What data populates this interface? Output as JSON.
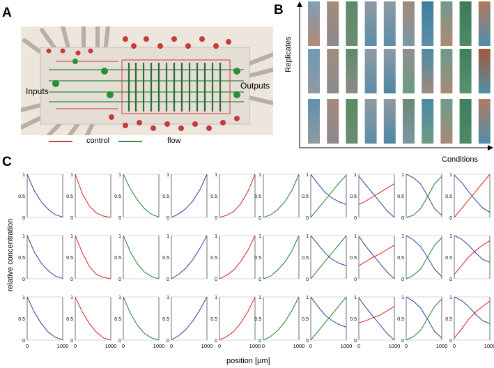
{
  "panels": {
    "a": "A",
    "b": "B",
    "c": "C"
  },
  "panel_a": {
    "inputs_label": "Inputs",
    "outputs_label": "Outputs",
    "legend": [
      {
        "label": "control",
        "color": "#d23a3a"
      },
      {
        "label": "flow",
        "color": "#2e8b3e"
      }
    ]
  },
  "panel_b": {
    "y_axis_label": "Replicates",
    "x_axis_label": "Conditions",
    "strips": [
      [
        [
          "#7f9fb6",
          "#b08a78"
        ],
        [
          "#a58a7a",
          "#8b8a8c"
        ],
        [
          "#5f8a6a",
          "#6b8c70"
        ],
        [
          "#8f9aa3",
          "#5d8da8"
        ],
        [
          "#8f9aa3",
          "#5d8da8"
        ],
        [
          "#a08a7c",
          "#7d97a6"
        ],
        [
          "#3f7e9e",
          "#5d8fa5"
        ],
        [
          "#6f9a8e",
          "#b08a72"
        ],
        [
          "#3b7c5a",
          "#4f8a64"
        ],
        [
          "#b07a60",
          "#4f8fab"
        ]
      ],
      [
        [
          "#6f9ab4",
          "#8f9aa0"
        ],
        [
          "#a08c80",
          "#8c8c8c"
        ],
        [
          "#5f8a6a",
          "#8e8c86"
        ],
        [
          "#8f9aa3",
          "#5d8da8"
        ],
        [
          "#8f9aa3",
          "#4f86a4"
        ],
        [
          "#8c908c",
          "#6d9a86"
        ],
        [
          "#4b8aa6",
          "#9f8a7c"
        ],
        [
          "#6d9a8e",
          "#a98a74"
        ],
        [
          "#3d7e5d",
          "#5b9270"
        ],
        [
          "#a05a38",
          "#4f8fab"
        ]
      ],
      [
        [
          "#5f92b0",
          "#8f9aa0"
        ],
        [
          "#a58a7a",
          "#8b8a8c"
        ],
        [
          "#5a8a66",
          "#6b8c70"
        ],
        [
          "#8f9aa3",
          "#5d8da8"
        ],
        [
          "#8f9aa3",
          "#4f86a4"
        ],
        [
          "#6a8a76",
          "#7d96a4"
        ],
        [
          "#4b8aa6",
          "#6d9a86"
        ],
        [
          "#6d9a8e",
          "#a98a74"
        ],
        [
          "#3d7e5d",
          "#4f8a64"
        ],
        [
          "#b07a60",
          "#4f8fab"
        ]
      ]
    ]
  },
  "chart_data": {
    "type": "line",
    "ylabel": "relative concentration",
    "xlabel": "position [µm]",
    "x_ticks": [
      "0",
      "1000"
    ],
    "y_ticks": [
      "0",
      "0.5",
      "1"
    ],
    "xlim": [
      0,
      1000
    ],
    "ylim": [
      0,
      1
    ],
    "colors": {
      "blue": "#3a4ea3",
      "red": "#d6332f",
      "green": "#2a8a3a"
    },
    "rows": [
      [
        {
          "series": [
            {
              "color": "blue",
              "values": [
                1.0,
                0.62,
                0.36,
                0.18,
                0.06,
                0.01
              ]
            }
          ]
        },
        {
          "series": [
            {
              "color": "red",
              "values": [
                1.0,
                0.55,
                0.26,
                0.1,
                0.03,
                0.0
              ]
            }
          ]
        },
        {
          "series": [
            {
              "color": "green",
              "values": [
                1.0,
                0.66,
                0.4,
                0.2,
                0.07,
                0.01
              ]
            }
          ]
        },
        {
          "series": [
            {
              "color": "blue",
              "values": [
                0.0,
                0.08,
                0.2,
                0.38,
                0.64,
                1.0
              ]
            }
          ]
        },
        {
          "series": [
            {
              "color": "red",
              "values": [
                0.0,
                0.05,
                0.14,
                0.32,
                0.6,
                1.0
              ]
            }
          ]
        },
        {
          "series": [
            {
              "color": "green",
              "values": [
                0.0,
                0.06,
                0.18,
                0.36,
                0.62,
                1.0
              ]
            }
          ]
        },
        {
          "series": [
            {
              "color": "blue",
              "values": [
                1.0,
                0.78,
                0.58,
                0.45,
                0.36,
                0.3
              ]
            },
            {
              "color": "green",
              "values": [
                0.0,
                0.2,
                0.4,
                0.6,
                0.8,
                0.98
              ]
            }
          ]
        },
        {
          "series": [
            {
              "color": "blue",
              "values": [
                0.95,
                0.75,
                0.55,
                0.35,
                0.15,
                0.0
              ]
            },
            {
              "color": "red",
              "values": [
                0.3,
                0.38,
                0.48,
                0.58,
                0.68,
                0.78
              ]
            }
          ]
        },
        {
          "series": [
            {
              "color": "blue",
              "values": [
                1.0,
                0.92,
                0.78,
                0.5,
                0.2,
                0.05
              ]
            },
            {
              "color": "green",
              "values": [
                0.0,
                0.05,
                0.2,
                0.48,
                0.78,
                0.95
              ]
            }
          ]
        },
        {
          "series": [
            {
              "color": "blue",
              "values": [
                0.98,
                0.82,
                0.6,
                0.4,
                0.22,
                0.12
              ]
            },
            {
              "color": "red",
              "values": [
                0.0,
                0.2,
                0.4,
                0.6,
                0.8,
                1.0
              ]
            }
          ]
        }
      ],
      [
        {
          "series": [
            {
              "color": "blue",
              "values": [
                1.0,
                0.62,
                0.36,
                0.18,
                0.06,
                0.01
              ]
            }
          ]
        },
        {
          "series": [
            {
              "color": "red",
              "values": [
                1.0,
                0.6,
                0.28,
                0.1,
                0.03,
                0.0
              ]
            }
          ]
        },
        {
          "series": [
            {
              "color": "green",
              "values": [
                1.0,
                0.62,
                0.34,
                0.15,
                0.05,
                0.0
              ]
            }
          ]
        },
        {
          "series": [
            {
              "color": "blue",
              "values": [
                0.0,
                0.1,
                0.24,
                0.44,
                0.7,
                1.0
              ]
            }
          ]
        },
        {
          "series": [
            {
              "color": "red",
              "values": [
                0.0,
                0.08,
                0.2,
                0.4,
                0.66,
                1.0
              ]
            }
          ]
        },
        {
          "series": [
            {
              "color": "green",
              "values": [
                0.0,
                0.06,
                0.2,
                0.38,
                0.64,
                1.0
              ]
            }
          ]
        },
        {
          "series": [
            {
              "color": "blue",
              "values": [
                1.0,
                0.8,
                0.6,
                0.45,
                0.36,
                0.3
              ]
            },
            {
              "color": "green",
              "values": [
                0.0,
                0.2,
                0.4,
                0.6,
                0.8,
                1.0
              ]
            }
          ]
        },
        {
          "series": [
            {
              "color": "blue",
              "values": [
                0.98,
                0.75,
                0.55,
                0.35,
                0.15,
                0.0
              ]
            },
            {
              "color": "red",
              "values": [
                0.3,
                0.4,
                0.5,
                0.58,
                0.68,
                0.78
              ]
            }
          ]
        },
        {
          "series": [
            {
              "color": "blue",
              "values": [
                1.0,
                0.9,
                0.75,
                0.5,
                0.22,
                0.05
              ]
            },
            {
              "color": "green",
              "values": [
                0.0,
                0.08,
                0.22,
                0.5,
                0.78,
                0.95
              ]
            }
          ]
        },
        {
          "series": [
            {
              "color": "blue",
              "values": [
                1.0,
                0.92,
                0.78,
                0.6,
                0.45,
                0.38
              ]
            },
            {
              "color": "red",
              "values": [
                0.1,
                0.3,
                0.5,
                0.65,
                0.78,
                0.88
              ]
            }
          ]
        }
      ],
      [
        {
          "series": [
            {
              "color": "blue",
              "values": [
                1.0,
                0.65,
                0.38,
                0.18,
                0.06,
                0.01
              ]
            }
          ]
        },
        {
          "series": [
            {
              "color": "red",
              "values": [
                1.0,
                0.65,
                0.38,
                0.18,
                0.05,
                0.0
              ]
            }
          ]
        },
        {
          "series": [
            {
              "color": "green",
              "values": [
                1.0,
                0.62,
                0.34,
                0.15,
                0.05,
                0.0
              ]
            }
          ]
        },
        {
          "series": [
            {
              "color": "blue",
              "values": [
                0.0,
                0.1,
                0.24,
                0.44,
                0.7,
                1.0
              ]
            }
          ]
        },
        {
          "series": [
            {
              "color": "red",
              "values": [
                0.0,
                0.08,
                0.2,
                0.4,
                0.66,
                1.0
              ]
            }
          ]
        },
        {
          "series": [
            {
              "color": "green",
              "values": [
                0.0,
                0.08,
                0.22,
                0.42,
                0.68,
                1.0
              ]
            }
          ]
        },
        {
          "series": [
            {
              "color": "blue",
              "values": [
                1.0,
                0.78,
                0.58,
                0.45,
                0.36,
                0.3
              ]
            },
            {
              "color": "green",
              "values": [
                0.0,
                0.2,
                0.4,
                0.6,
                0.8,
                1.0
              ]
            }
          ]
        },
        {
          "series": [
            {
              "color": "blue",
              "values": [
                0.98,
                0.75,
                0.55,
                0.35,
                0.15,
                0.0
              ]
            },
            {
              "color": "red",
              "values": [
                0.4,
                0.45,
                0.52,
                0.58,
                0.68,
                0.78
              ]
            }
          ]
        },
        {
          "series": [
            {
              "color": "blue",
              "values": [
                1.0,
                0.9,
                0.75,
                0.48,
                0.2,
                0.05
              ]
            },
            {
              "color": "green",
              "values": [
                0.0,
                0.08,
                0.22,
                0.5,
                0.78,
                0.95
              ]
            }
          ]
        },
        {
          "series": [
            {
              "color": "blue",
              "values": [
                1.0,
                0.92,
                0.78,
                0.6,
                0.45,
                0.38
              ]
            },
            {
              "color": "red",
              "values": [
                0.05,
                0.25,
                0.48,
                0.65,
                0.78,
                0.9
              ]
            }
          ]
        }
      ]
    ]
  }
}
